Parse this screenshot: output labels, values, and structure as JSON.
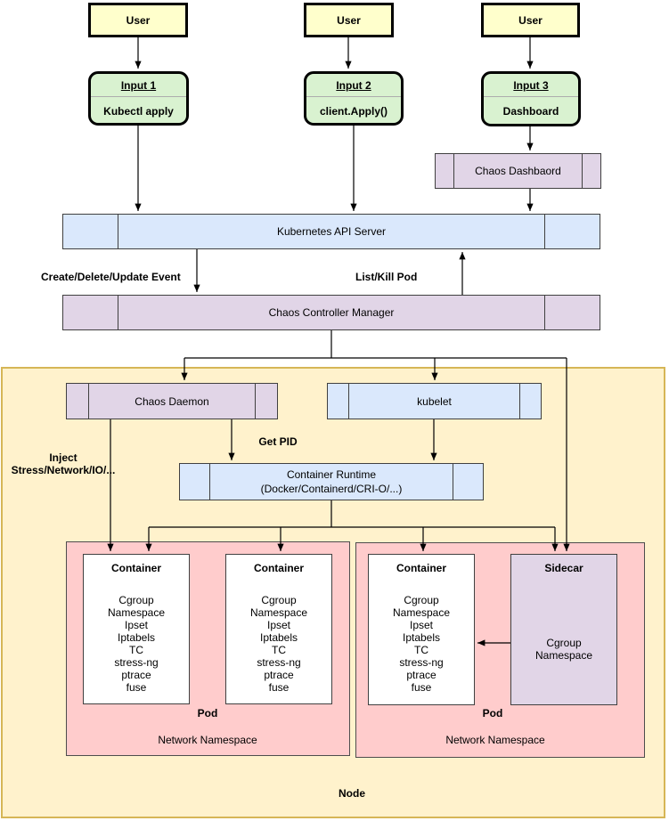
{
  "users": [
    "User",
    "User",
    "User"
  ],
  "inputs": [
    {
      "title": "Input 1",
      "action": "Kubectl apply"
    },
    {
      "title": "Input 2",
      "action": "client.Apply()"
    },
    {
      "title": "Input 3",
      "action": "Dashboard"
    }
  ],
  "boxes": {
    "chaos_dashboard": "Chaos Dashbaord",
    "api_server": "Kubernetes API Server",
    "controller_manager": "Chaos Controller Manager",
    "chaos_daemon": "Chaos Daemon",
    "kubelet": "kubelet",
    "container_runtime": {
      "line1": "Container Runtime",
      "line2": "(Docker/Containerd/CRI-O/...)"
    },
    "container_title": "Container",
    "container_features": [
      "Cgroup",
      "Namespace",
      "Ipset",
      "Iptabels",
      "TC",
      "stress-ng",
      "ptrace",
      "fuse"
    ],
    "sidecar_title": "Sidecar",
    "sidecar_features": [
      "Cgroup",
      "Namespace"
    ],
    "pod": "Pod",
    "network_namespace": "Network Namespace",
    "node": "Node"
  },
  "edge_labels": {
    "create_delete_update": "Create/Delete/Update Event",
    "list_kill_pod": "List/Kill Pod",
    "get_pid": "Get PID",
    "inject_line1": "Inject",
    "inject_line2": "Stress/Network/IO/..."
  },
  "colors": {
    "user_fill": "#ffffcc",
    "input_fill": "#d9f2d0",
    "blue_fill": "#dae8fc",
    "purple_fill": "#e1d5e7",
    "pink_fill": "#ffcccc",
    "node_fill": "#fff2cc",
    "node_stroke": "#d6b656",
    "box_stroke": "#404040",
    "connector": "#000000"
  }
}
